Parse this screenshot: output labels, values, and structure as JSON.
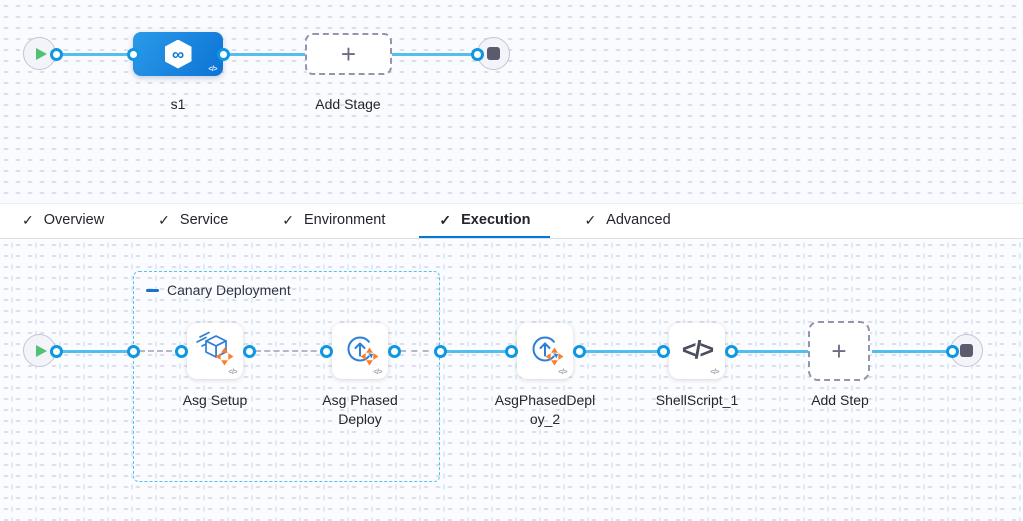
{
  "stage_graph": {
    "stage_name": "s1",
    "add_stage_label": "Add Stage"
  },
  "tabs": {
    "check_glyph": "✓",
    "items": [
      {
        "label": "Overview"
      },
      {
        "label": "Service"
      },
      {
        "label": "Environment"
      },
      {
        "label": "Execution"
      },
      {
        "label": "Advanced"
      }
    ],
    "active_label": "Execution"
  },
  "execution_graph": {
    "group_label": "Canary Deployment",
    "steps": [
      {
        "name": "Asg Setup",
        "icon": "asg-setup"
      },
      {
        "name": "Asg Phased Deploy",
        "icon": "asg-phased-deploy"
      },
      {
        "name": "AsgPhasedDeploy_2",
        "icon": "asg-phased-deploy"
      },
      {
        "name": "ShellScript_1",
        "icon": "shell-script"
      }
    ],
    "add_step_label": "Add Step"
  },
  "glyphs": {
    "plus": "+",
    "code_badge": "</>",
    "infinity": "∞",
    "shell_code": "</>"
  },
  "colors": {
    "wire_blue": "#53bfee",
    "port_blue": "#0f97e2",
    "stage_blue": "#0c73d4",
    "group_border": "#4fc3f1",
    "accent_orange": "#fd7d27",
    "tab_underline": "#0278d5",
    "play_green": "#52c173"
  }
}
